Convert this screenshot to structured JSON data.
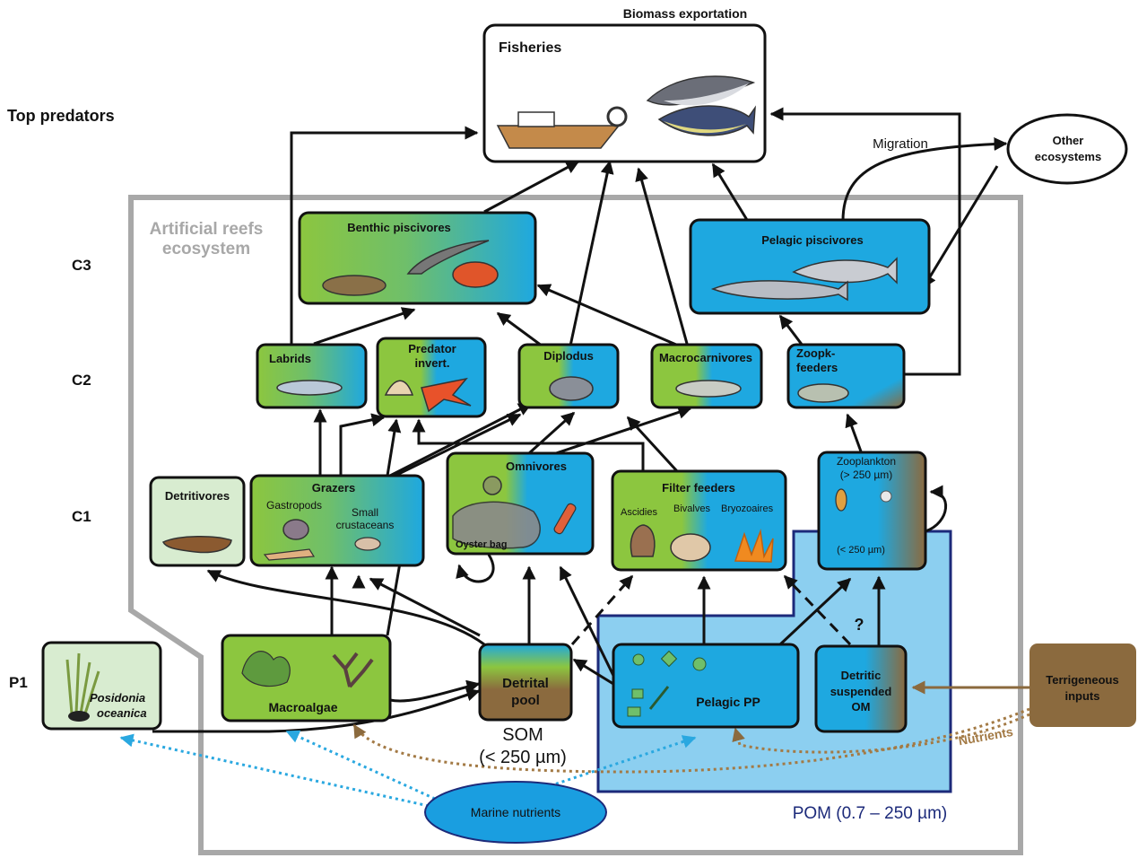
{
  "header": {
    "export_label": "Biomass exportation"
  },
  "levels": {
    "top": "Top predators",
    "c3": "C3",
    "c2": "C2",
    "c1": "C1",
    "p1": "P1"
  },
  "ecosystem_label": {
    "line1": "Artificial reefs",
    "line2": "ecosystem"
  },
  "nodes": {
    "fisheries": "Fisheries",
    "other_ecosystems": {
      "line1": "Other",
      "line2": "ecosystems"
    },
    "benthic_piscivores": "Benthic piscivores",
    "pelagic_piscivores": "Pelagic piscivores",
    "labrids": "Labrids",
    "predator_invert": {
      "line1": "Predator",
      "line2": "invert."
    },
    "diplodus": "Diplodus",
    "macrocarnivores": "Macrocarnivores",
    "zoopk_feeders": {
      "line1": "Zoopk-",
      "line2": "feeders"
    },
    "detritivores": "Detritivores",
    "grazers": {
      "title": "Grazers",
      "sub1": "Gastropods",
      "sub2_line1": "Small",
      "sub2_line2": "crustaceans"
    },
    "omnivores": {
      "title": "Omnivores",
      "sub": "Oyster bag"
    },
    "filter_feeders": {
      "title": "Filter feeders",
      "sub1": "Ascidies",
      "sub2": "Bivalves",
      "sub3": "Bryozoaires"
    },
    "zooplankton": {
      "line1": "Zooplankton",
      "line2": "(> 250 µm)",
      "line3": "(< 250 µm)"
    },
    "posidonia": {
      "line1": "Posidonia",
      "line2": "oceanica"
    },
    "macroalgae": "Macroalgae",
    "detrital_pool": {
      "line1": "Detrital",
      "line2": "pool"
    },
    "pelagic_pp": "Pelagic PP",
    "detritic_om": {
      "line1": "Detritic",
      "line2": "suspended",
      "line3": "OM"
    },
    "terrigeneous": {
      "line1": "Terrigeneous",
      "line2": "inputs"
    },
    "marine_nutrients": "Marine nutrients"
  },
  "labels": {
    "migration": "Migration",
    "som": {
      "line1": "SOM",
      "line2": "(< 250 µm)"
    },
    "pom": "POM (0.7 – 250 µm)",
    "nutrients": "Nutrients",
    "question": "?"
  },
  "colors": {
    "green": "#8cc63f",
    "blue": "#1ea8e0",
    "brown": "#8b6a3e",
    "pale_green": "#d8ecd0",
    "gray_frame": "#a8a8a8",
    "navy": "#1c2a7a",
    "light_blue_fill": "#8ccff0",
    "dotted_blue": "#2aa8e0",
    "dotted_brown": "#a37a45",
    "ellipse_blue": "#1a9ee0"
  },
  "icons": [
    "boat-icon",
    "dolphin-icon",
    "tuna-icon",
    "eel-icon",
    "flatfish-icon",
    "scorpionfish-icon",
    "barracuda-icon",
    "mackerel-icon",
    "wrasse-icon",
    "shell-icon",
    "starfish-icon",
    "bream-icon",
    "seabass-icon",
    "perch-icon",
    "sea-cucumber-icon",
    "crab-icon",
    "oyster-bag-icon",
    "ascidian-icon",
    "bivalve-icon",
    "bryozoan-icon",
    "copepod-icon",
    "seagrass-icon",
    "algae-icon",
    "phytoplankton-icon"
  ]
}
